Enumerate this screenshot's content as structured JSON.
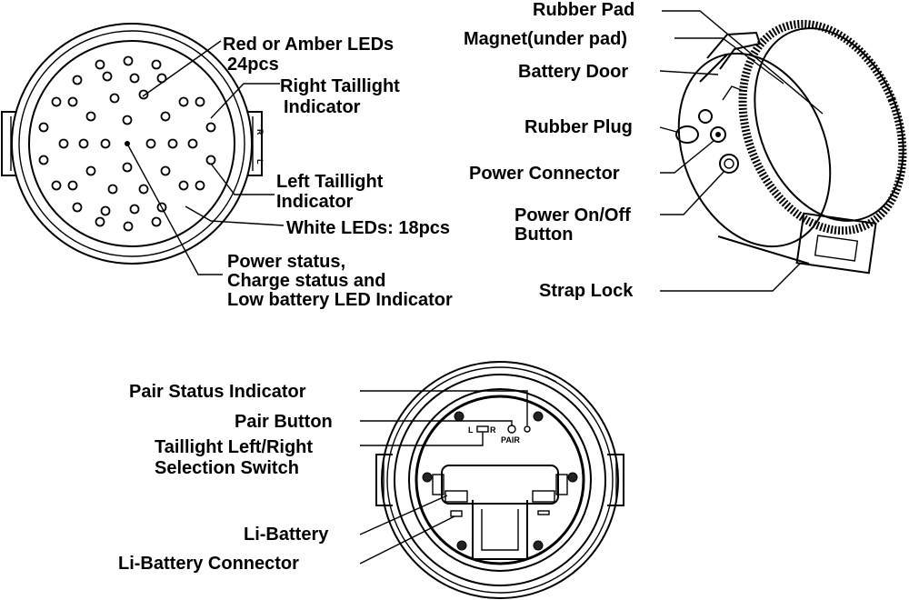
{
  "front": {
    "red_leds": "Red or Amber LEDs",
    "red_leds_count": "24pcs",
    "right_indicator_1": "Right Taillight",
    "right_indicator_2": "Indicator",
    "left_indicator_1": "Left Taillight",
    "left_indicator_2": "Indicator",
    "white_leds": "White LEDs: 18pcs",
    "status_1": "Power status,",
    "status_2": "Charge  status  and",
    "status_3": "Low battery LED Indicator",
    "mark_r": "R",
    "mark_l": "L"
  },
  "side": {
    "rubber_pad": "Rubber Pad",
    "magnet": "Magnet(under pad)",
    "battery_door": "Battery Door",
    "rubber_plug": "Rubber Plug",
    "power_connector": "Power Connector",
    "power_button_1": "Power On/Off",
    "power_button_2": "Button",
    "strap_lock": "Strap Lock"
  },
  "back": {
    "pair_status": "Pair Status Indicator",
    "pair_button": "Pair Button",
    "switch_1": "Taillight Left/Right",
    "switch_2": "Selection Switch",
    "li_battery": "Li-Battery",
    "li_connector": "Li-Battery Connector",
    "mark_l": "L",
    "mark_r": "R",
    "mark_pair": "PAIR"
  }
}
